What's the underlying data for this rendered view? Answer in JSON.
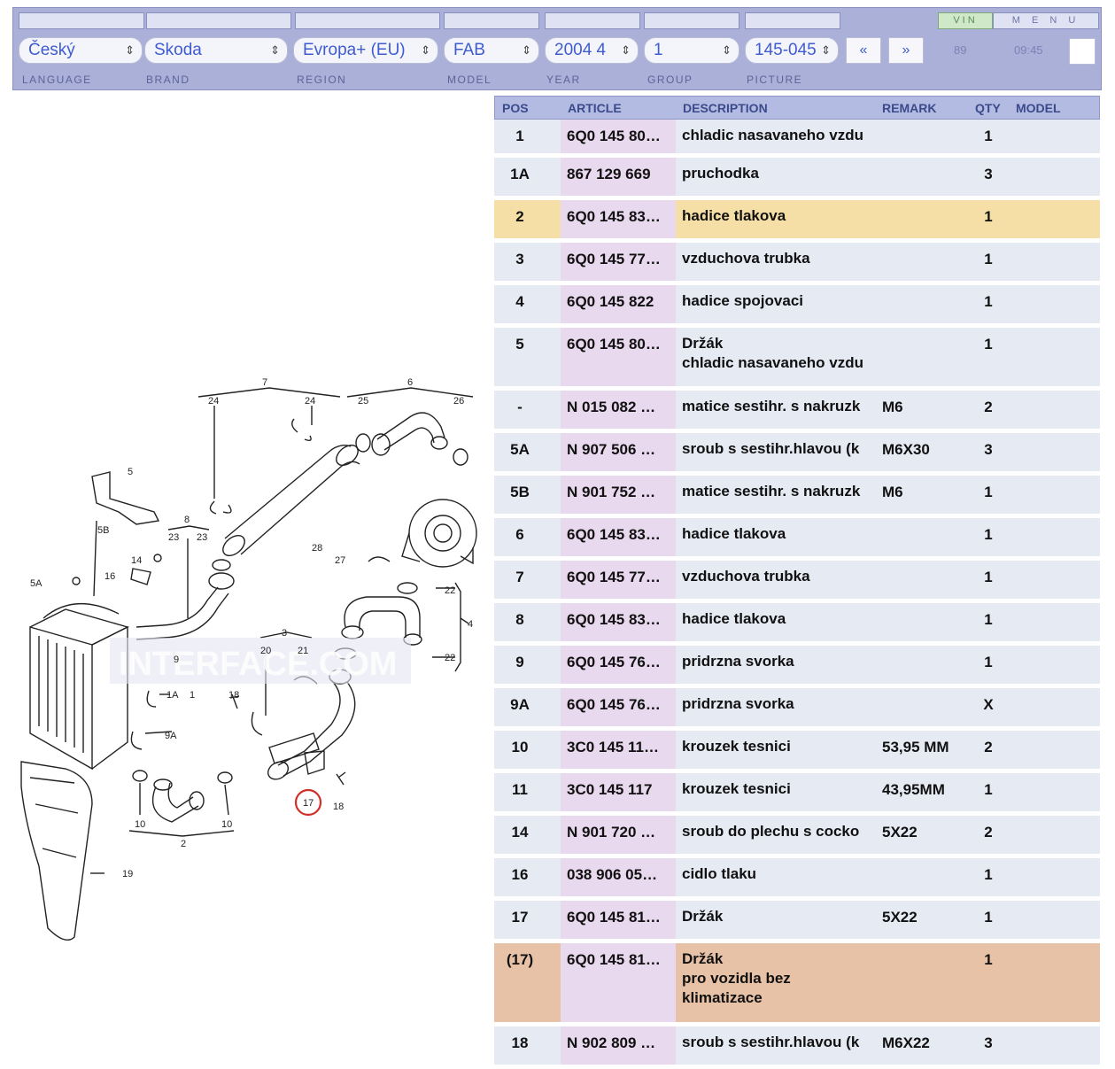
{
  "topbar": {
    "vin_label": "VIN",
    "menu_label": "M E N U",
    "selectors": [
      {
        "id": "language",
        "value": "Český",
        "label": "LANGUAGE"
      },
      {
        "id": "brand",
        "value": "Skoda",
        "label": "BRAND"
      },
      {
        "id": "region",
        "value": "Evropa+ (EU)",
        "label": "REGION"
      },
      {
        "id": "model",
        "value": "FAB",
        "label": "MODEL"
      },
      {
        "id": "year",
        "value": "2004  4",
        "label": "YEAR"
      },
      {
        "id": "group",
        "value": "1",
        "label": "GROUP"
      },
      {
        "id": "picture",
        "value": "145-045",
        "label": "PICTURE"
      }
    ],
    "prev_label": "«",
    "next_label": "»",
    "count": "89",
    "time": "09:45"
  },
  "diagram": {
    "watermark": "INTERFACE.COM",
    "callouts": [
      "7",
      "6",
      "24",
      "24",
      "25",
      "26",
      "5",
      "8",
      "5B",
      "23",
      "23",
      "28",
      "27",
      "14",
      "16",
      "5A",
      "22",
      "9",
      "4",
      "3",
      "20",
      "21",
      "22",
      "1A",
      "18",
      "1",
      "9A",
      "17",
      "18",
      "10",
      "10",
      "2",
      "19"
    ]
  },
  "table": {
    "headers": {
      "pos": "POS",
      "article": "ARTICLE",
      "description": "DESCRIPTION",
      "remark": "REMARK",
      "qty": "QTY",
      "model": "MODEL"
    },
    "rows": [
      {
        "pos": "1",
        "article": "6Q0 145 80…",
        "desc": [
          "chladic nasavaneho vzdu"
        ],
        "remark": "",
        "qty": "1",
        "style": ""
      },
      {
        "pos": "1A",
        "article": "867 129 669",
        "desc": [
          "pruchodka"
        ],
        "remark": "",
        "qty": "3",
        "style": ""
      },
      {
        "pos": "2",
        "article": "6Q0 145 83…",
        "desc": [
          "hadice tlakova"
        ],
        "remark": "",
        "qty": "1",
        "style": "yellow"
      },
      {
        "pos": "3",
        "article": "6Q0 145 77…",
        "desc": [
          "vzduchova trubka"
        ],
        "remark": "",
        "qty": "1",
        "style": ""
      },
      {
        "pos": "4",
        "article": "6Q0 145 822",
        "desc": [
          "hadice spojovaci"
        ],
        "remark": "",
        "qty": "1",
        "style": ""
      },
      {
        "pos": "5",
        "article": "6Q0 145 80…",
        "desc": [
          "Držák",
          "chladic nasavaneho vzdu"
        ],
        "remark": "",
        "qty": "1",
        "style": ""
      },
      {
        "pos": "-",
        "article": "N  015 082 …",
        "desc": [
          "matice sestihr. s nakruzk"
        ],
        "remark": "M6",
        "qty": "2",
        "style": ""
      },
      {
        "pos": "5A",
        "article": "N  907 506 …",
        "desc": [
          "sroub s sestihr.hlavou (k"
        ],
        "remark": "M6X30",
        "qty": "3",
        "style": ""
      },
      {
        "pos": "5B",
        "article": "N  901 752 …",
        "desc": [
          "matice sestihr. s nakruzk"
        ],
        "remark": "M6",
        "qty": "1",
        "style": ""
      },
      {
        "pos": "6",
        "article": "6Q0 145 83…",
        "desc": [
          "hadice tlakova"
        ],
        "remark": "",
        "qty": "1",
        "style": ""
      },
      {
        "pos": "7",
        "article": "6Q0 145 77…",
        "desc": [
          "vzduchova trubka"
        ],
        "remark": "",
        "qty": "1",
        "style": ""
      },
      {
        "pos": "8",
        "article": "6Q0 145 83…",
        "desc": [
          "hadice tlakova"
        ],
        "remark": "",
        "qty": "1",
        "style": ""
      },
      {
        "pos": "9",
        "article": "6Q0 145 76…",
        "desc": [
          "pridrzna svorka"
        ],
        "remark": "",
        "qty": "1",
        "style": ""
      },
      {
        "pos": "9A",
        "article": "6Q0 145 76…",
        "desc": [
          "pridrzna svorka"
        ],
        "remark": "",
        "qty": "X",
        "style": ""
      },
      {
        "pos": "10",
        "article": "3C0 145 11…",
        "desc": [
          "krouzek tesnici"
        ],
        "remark": "53,95 MM",
        "qty": "2",
        "style": ""
      },
      {
        "pos": "11",
        "article": "3C0 145 117",
        "desc": [
          "krouzek tesnici"
        ],
        "remark": "43,95MM",
        "qty": "1",
        "style": ""
      },
      {
        "pos": "14",
        "article": "N  901 720 …",
        "desc": [
          "sroub do plechu s cocko"
        ],
        "remark": "5X22",
        "qty": "2",
        "style": ""
      },
      {
        "pos": "16",
        "article": "038 906 05…",
        "desc": [
          "cidlo tlaku"
        ],
        "remark": "",
        "qty": "1",
        "style": ""
      },
      {
        "pos": "17",
        "article": "6Q0 145 81…",
        "desc": [
          "Držák"
        ],
        "remark": "5X22",
        "qty": "1",
        "style": ""
      },
      {
        "pos": "(17)",
        "article": "6Q0 145 81…",
        "desc": [
          "Držák",
          "pro vozidla  bez",
          "klimatizace"
        ],
        "remark": "",
        "qty": "1",
        "style": "orange"
      },
      {
        "pos": "18",
        "article": "N  902 809 …",
        "desc": [
          "sroub s sestihr.hlavou (k"
        ],
        "remark": "M6X22",
        "qty": "3",
        "style": ""
      }
    ]
  },
  "colors": {
    "accent": "#3f5bd0",
    "header_bar": "#aab0d8",
    "row_bg": "#e6eaf3",
    "article_bg": "#e8d9ee",
    "highlight_yellow": "#f6dfa6",
    "highlight_orange": "#e7c2a6",
    "selected_circle": "#d0302a"
  }
}
